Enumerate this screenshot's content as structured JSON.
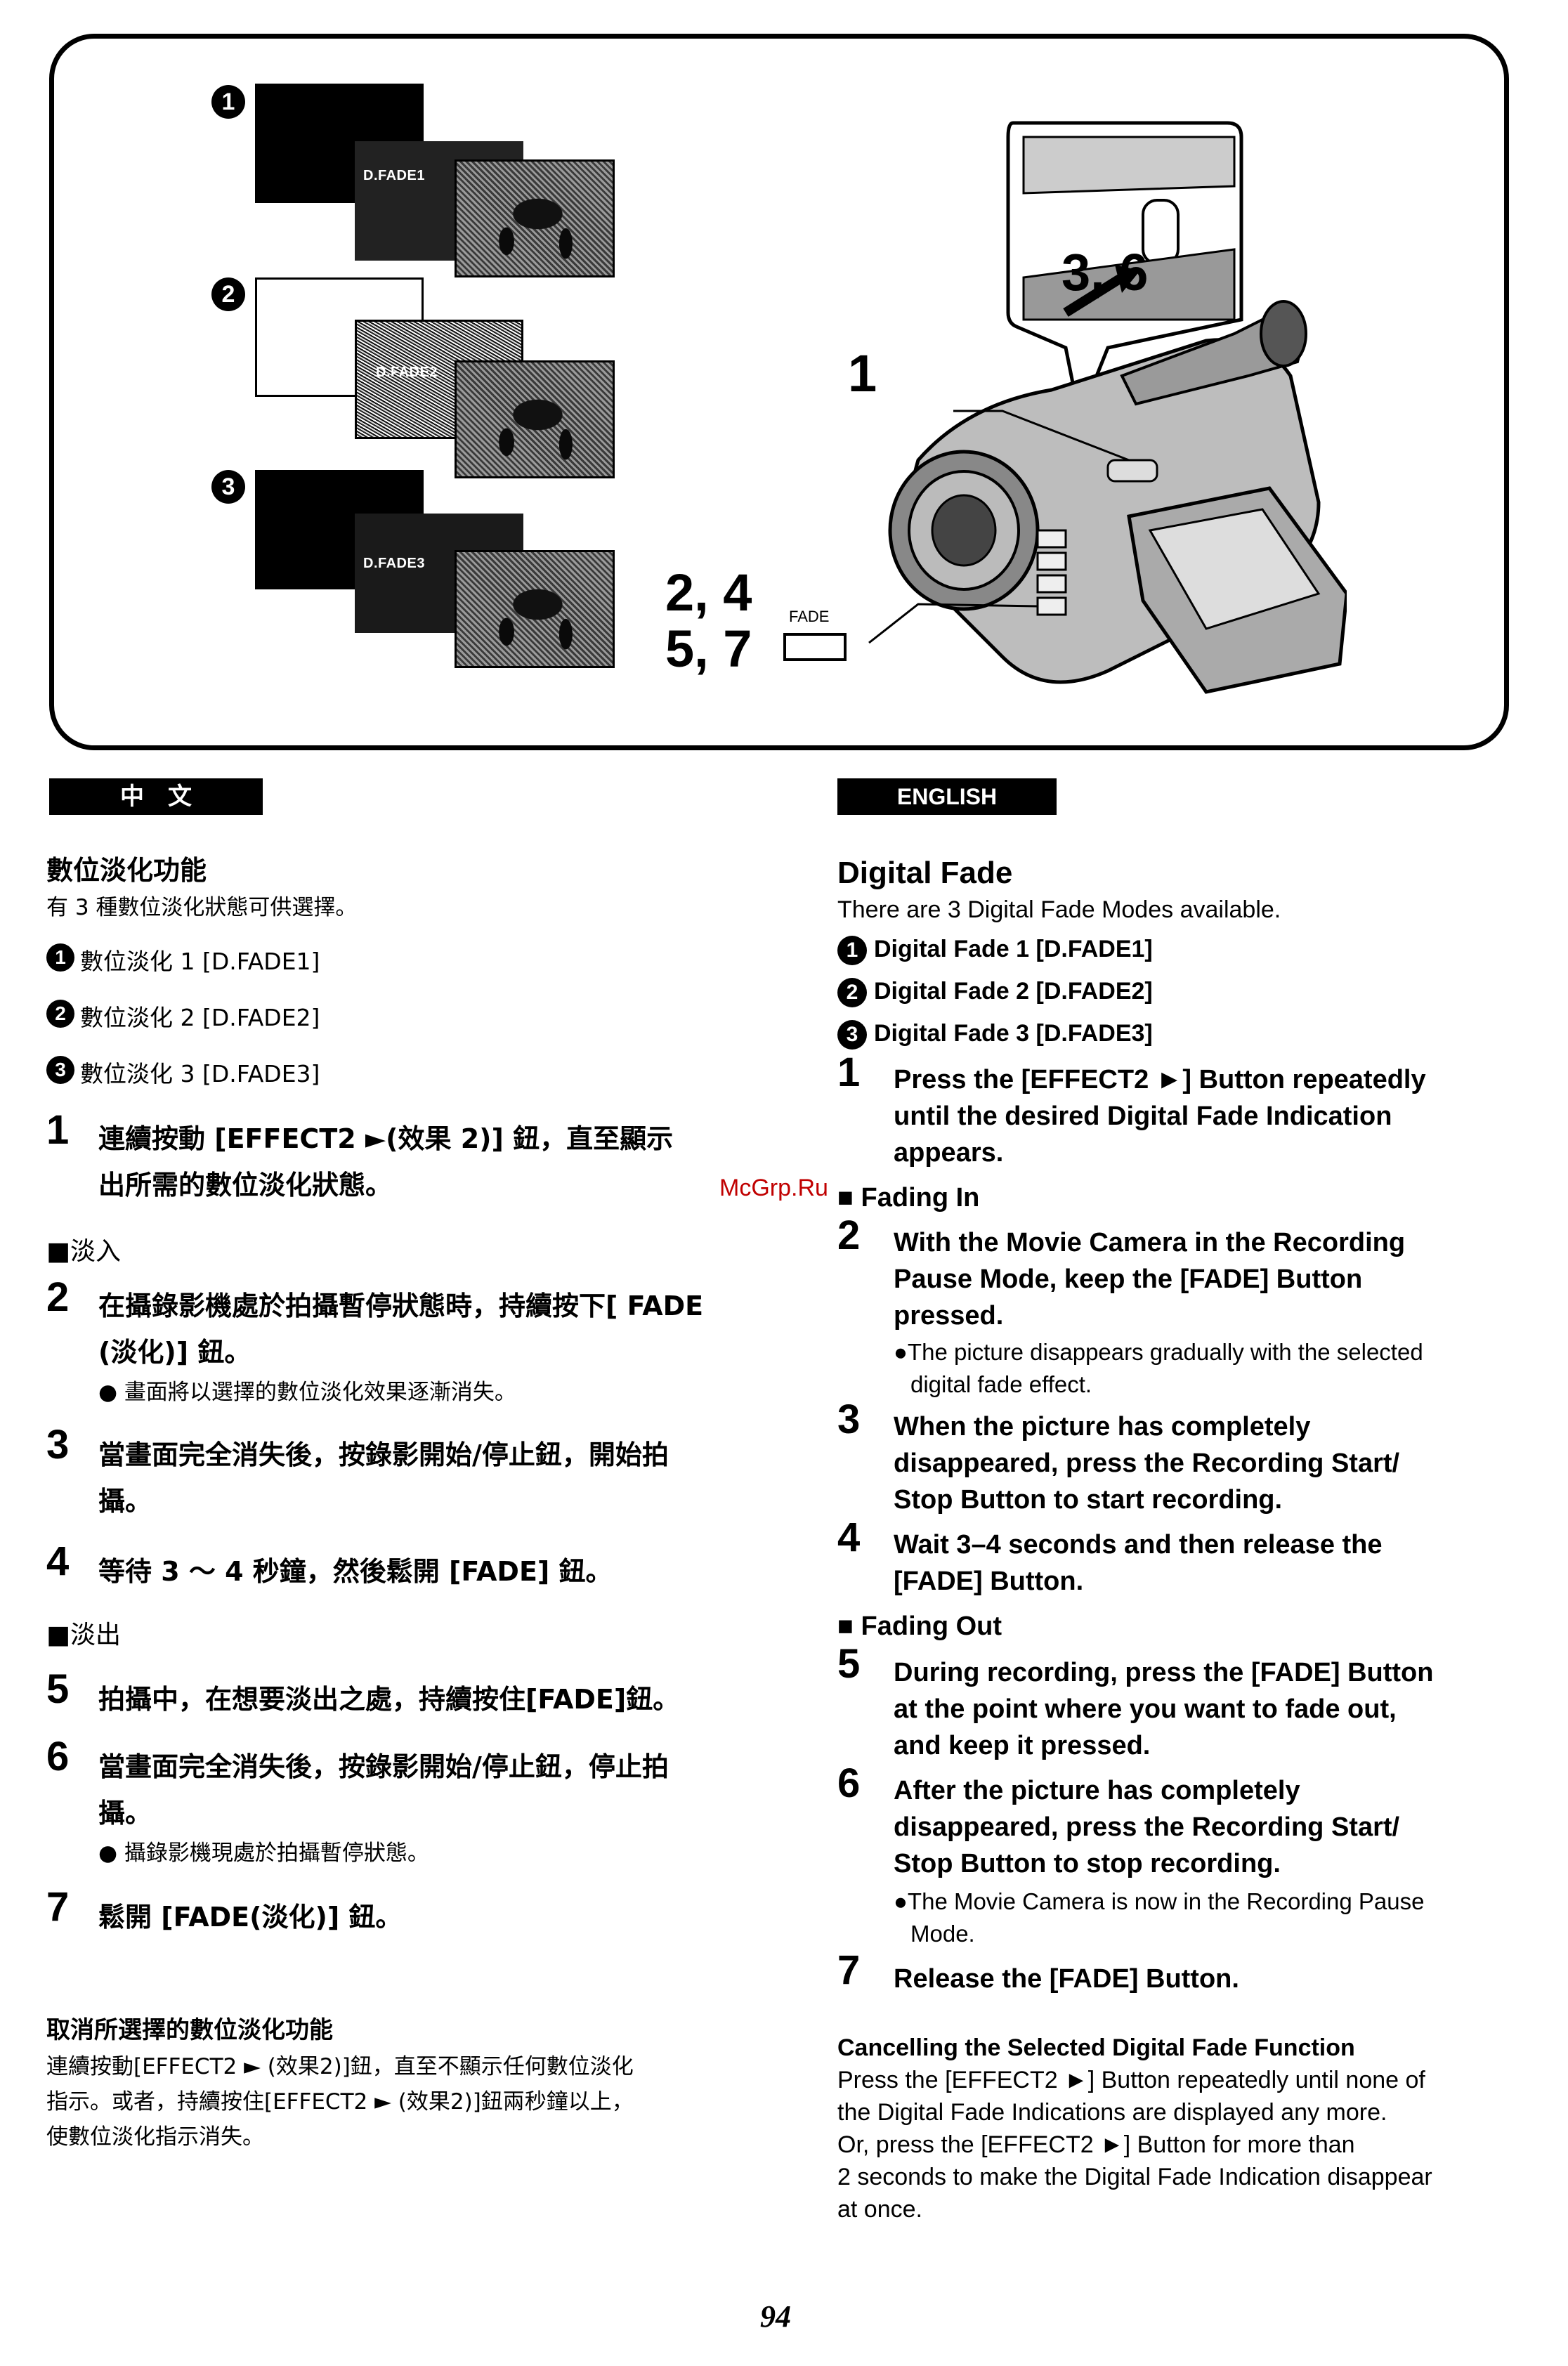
{
  "figure": {
    "items": [
      {
        "marker": "1",
        "label": "D.FADE1"
      },
      {
        "marker": "2",
        "label": "D.FADE2"
      },
      {
        "marker": "3",
        "label": "D.FADE3"
      }
    ],
    "callouts": {
      "c36": "3, 6",
      "c1": "1",
      "c24": "2, 4",
      "c57": "5, 7",
      "fade_button": "FADE"
    }
  },
  "zh": {
    "header": "中　文",
    "title": "數位淡化功能",
    "intro": "有 3 種數位淡化狀態可供選擇。",
    "modes": [
      {
        "marker": "1",
        "text": "數位淡化 1 [D.FADE1]"
      },
      {
        "marker": "2",
        "text": "數位淡化 2 [D.FADE2]"
      },
      {
        "marker": "3",
        "text": "數位淡化 3 [D.FADE3]"
      }
    ],
    "step1": {
      "num": "1",
      "l1": "連續按動 [EFFECT2 ►(效果 2)] 鈕，直至顯示",
      "l2": "出所需的數位淡化狀態。"
    },
    "fade_in": "■淡入",
    "step2": {
      "num": "2",
      "l1": "在攝錄影機處於拍攝暫停狀態時，持續按下[ FADE",
      "l2": "(淡化)] 鈕。",
      "note": "● 畫面將以選擇的數位淡化效果逐漸消失。"
    },
    "step3": {
      "num": "3",
      "l1": "當畫面完全消失後，按錄影開始/停止鈕，開始拍",
      "l2": "攝。"
    },
    "step4": {
      "num": "4",
      "l1": "等待 3 〜 4 秒鐘，然後鬆開 [FADE] 鈕。"
    },
    "fade_out": "■淡出",
    "step5": {
      "num": "5",
      "l1": "拍攝中，在想要淡出之處，持續按住[FADE]鈕。"
    },
    "step6": {
      "num": "6",
      "l1": "當畫面完全消失後，按錄影開始/停止鈕，停止拍",
      "l2": "攝。",
      "note": "● 攝錄影機現處於拍攝暫停狀態。"
    },
    "step7": {
      "num": "7",
      "l1": "鬆開 [FADE(淡化)] 鈕。"
    },
    "cancel_title": "取消所選擇的數位淡化功能",
    "cancel_l1": "連續按動[EFFECT2 ► (效果2)]鈕，直至不顯示任何數位淡化",
    "cancel_l2": "指示。或者，持續按住[EFFECT2 ► (效果2)]鈕兩秒鐘以上，",
    "cancel_l3": "使數位淡化指示消失。"
  },
  "en": {
    "header": "ENGLISH",
    "title": "Digital Fade",
    "intro": "There are 3 Digital Fade Modes available.",
    "modes": [
      {
        "marker": "1",
        "text": "Digital Fade 1 [D.FADE1]"
      },
      {
        "marker": "2",
        "text": "Digital Fade 2 [D.FADE2]"
      },
      {
        "marker": "3",
        "text": "Digital Fade 3 [D.FADE3]"
      }
    ],
    "step1": {
      "num": "1",
      "l1": "Press the [EFFECT2 ►] Button repeatedly",
      "l2": "until the desired Digital Fade Indication",
      "l3": "appears."
    },
    "fade_in": "■  Fading In",
    "step2": {
      "num": "2",
      "l1": "With the Movie Camera in the Recording",
      "l2": "Pause Mode, keep the [FADE] Button",
      "l3": "pressed.",
      "n1": "●The picture disappears gradually with the selected",
      "n2": "digital fade effect."
    },
    "step3": {
      "num": "3",
      "l1": "When the picture has completely",
      "l2": "disappeared, press the Recording Start/",
      "l3": "Stop Button to start recording."
    },
    "step4": {
      "num": "4",
      "l1": "Wait 3–4 seconds and then release the",
      "l2": "[FADE] Button."
    },
    "fade_out": "■  Fading Out",
    "step5": {
      "num": "5",
      "l1": "During recording, press the [FADE] Button",
      "l2": "at the point where you want to fade out,",
      "l3": "and keep it pressed."
    },
    "step6": {
      "num": "6",
      "l1": "After the picture has completely",
      "l2": "disappeared, press the Recording Start/",
      "l3": "Stop Button to stop recording.",
      "n1": "●The Movie Camera is now in the Recording Pause",
      "n2": "Mode."
    },
    "step7": {
      "num": "7",
      "l1": "Release the [FADE] Button."
    },
    "cancel_title": "Cancelling the Selected Digital Fade Function",
    "cancel_l1": "Press the [EFFECT2 ►] Button repeatedly until none of",
    "cancel_l2": "the Digital Fade Indications are displayed any more.",
    "cancel_l3": "Or, press the [EFFECT2 ►] Button for more than",
    "cancel_l4": "2 seconds to make the Digital Fade Indication disappear",
    "cancel_l5": "at once."
  },
  "watermark": "McGrp.Ru",
  "page_number": "94"
}
